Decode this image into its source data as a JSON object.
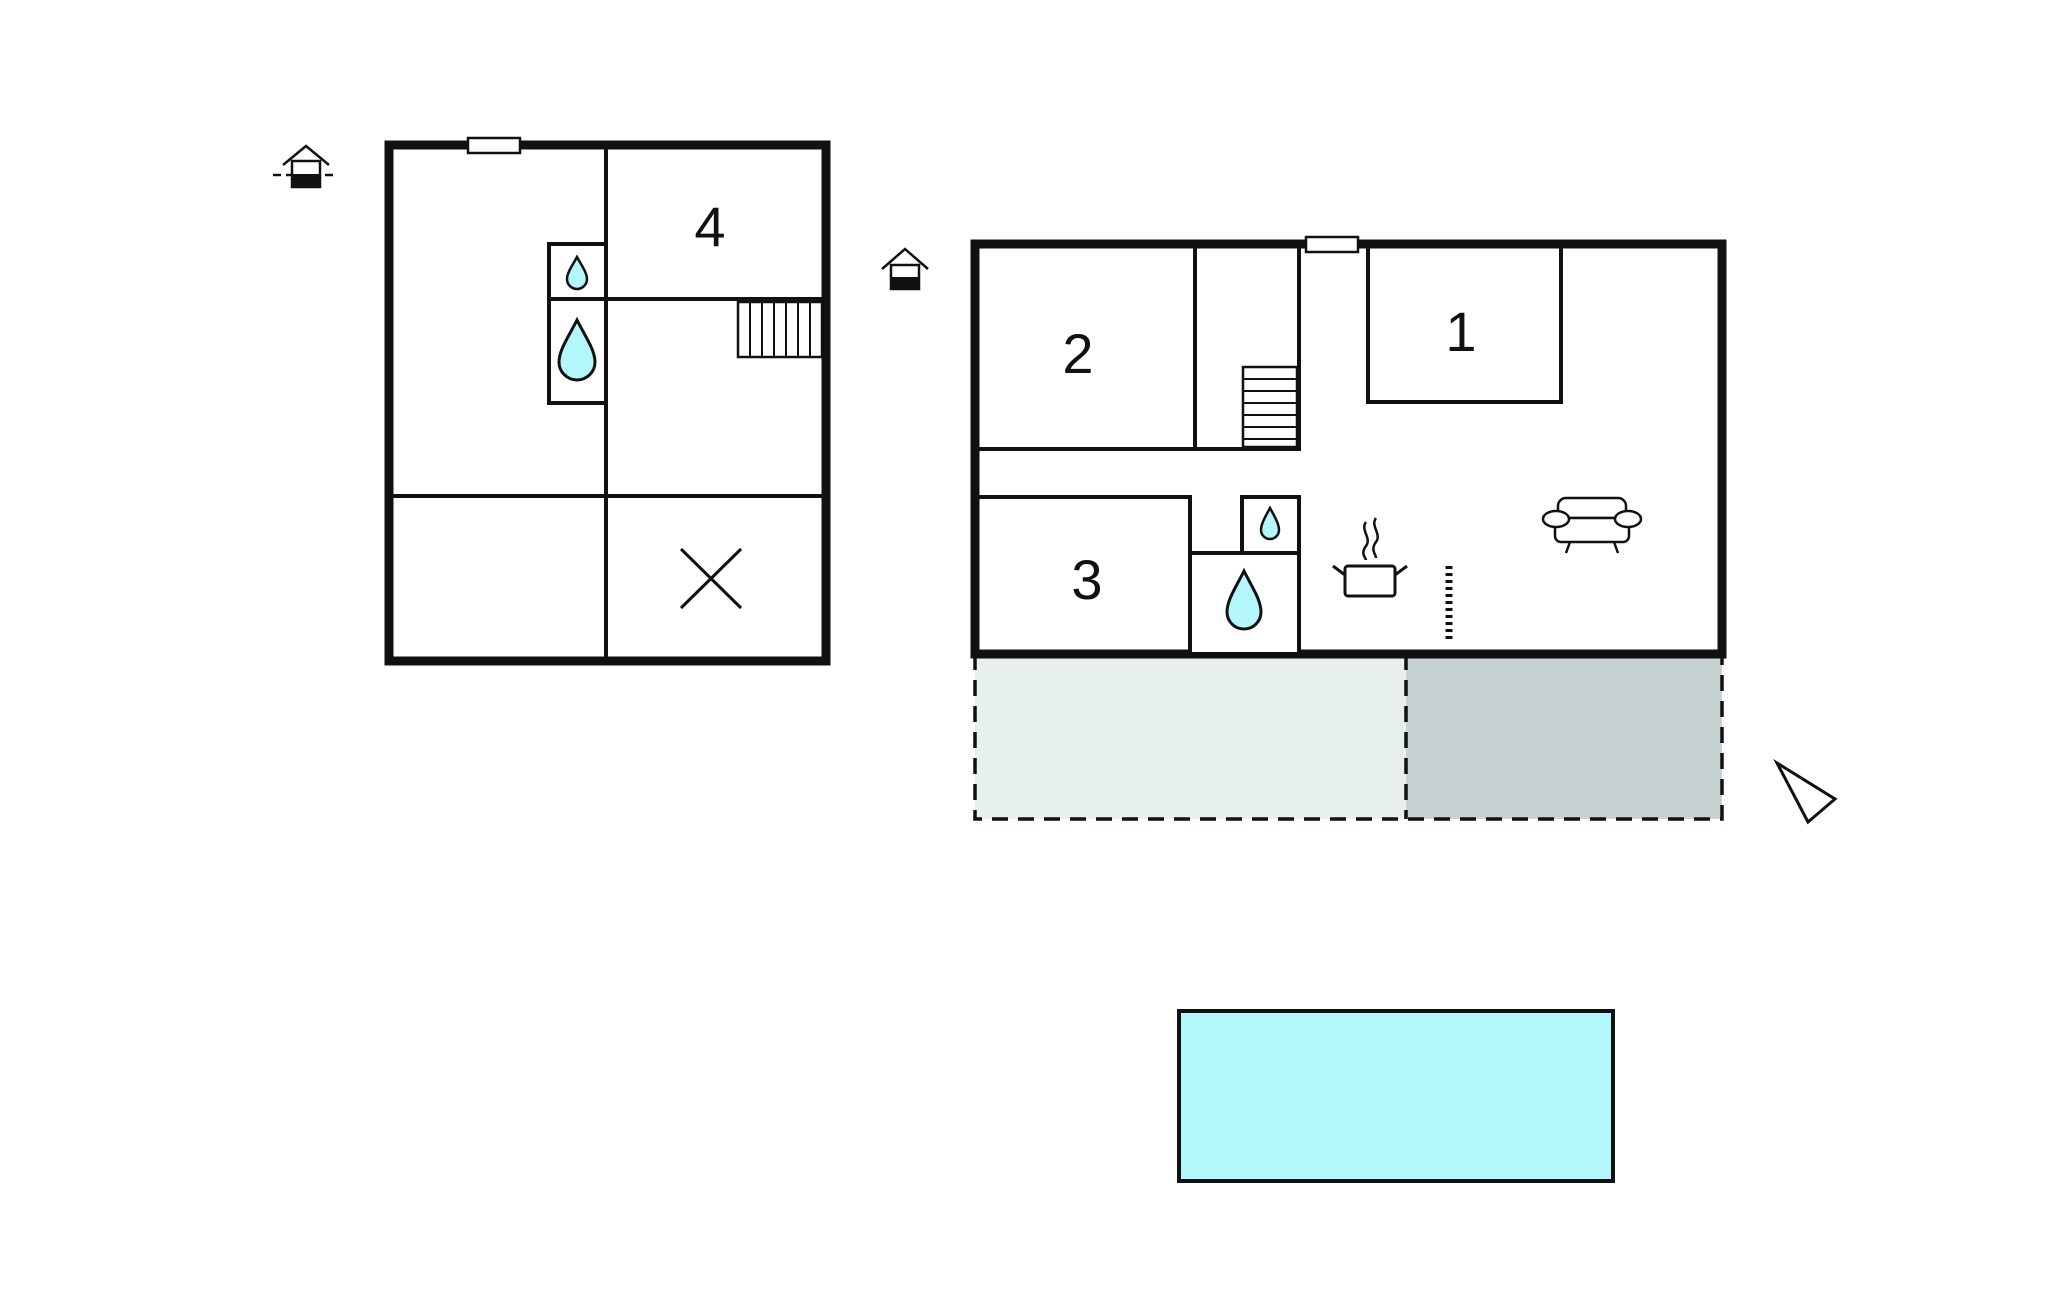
{
  "colors": {
    "wall": "#111111",
    "water": "#b3f7fb",
    "terrace_light": "#e8efef",
    "terrace_dark": "#c7d2d3",
    "pool": "#b3f9fc"
  },
  "upper_floor": {
    "entrance_icon": "house-entrance-icon",
    "rooms": [
      {
        "label": "4"
      }
    ],
    "icons": [
      "window-icon",
      "shower-icon",
      "toilet-icon",
      "stairs-icon",
      "void-cross-icon"
    ]
  },
  "ground_floor": {
    "entrance_icon": "house-entrance-icon",
    "rooms": [
      {
        "label": "1"
      },
      {
        "label": "2"
      },
      {
        "label": "3"
      }
    ],
    "icons": [
      "window-icon",
      "stairs-icon",
      "shower-icon",
      "toilet-icon",
      "kitchen-pot-icon",
      "sofa-icon",
      "north-arrow-icon"
    ]
  },
  "outdoor": {
    "terrace": "terrace",
    "covered_terrace": "covered-terrace",
    "pool": "pool"
  }
}
